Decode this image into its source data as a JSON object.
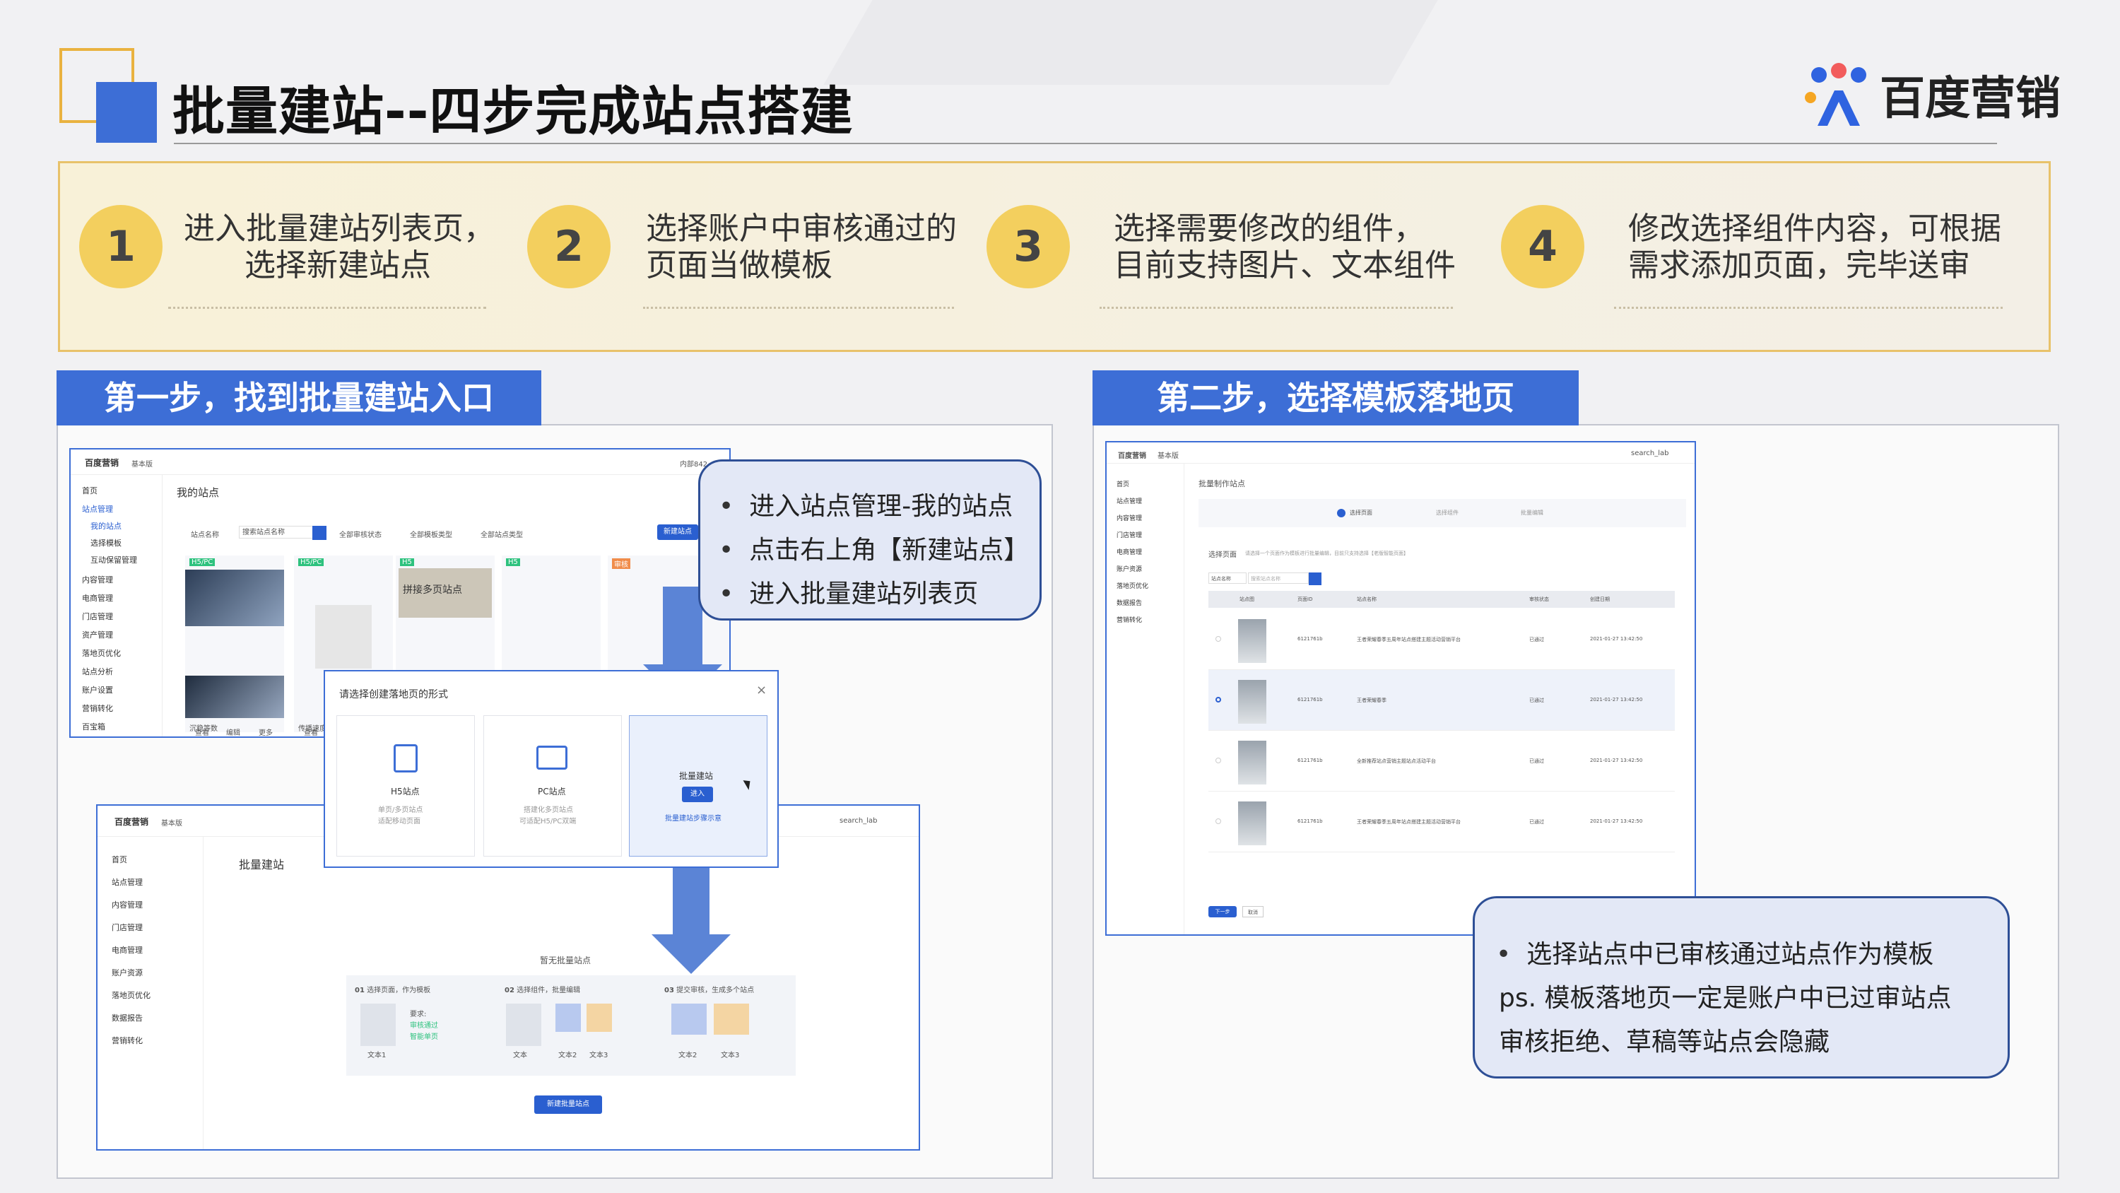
{
  "header": {
    "title": "批量建站--四步完成站点搭建",
    "logo_text": "百度营销"
  },
  "steps": [
    {
      "number": "1",
      "line1": "进入批量建站列表页，",
      "line2": "选择新建站点"
    },
    {
      "number": "2",
      "line1": "选择账户中审核通过的",
      "line2": "页面当做模板"
    },
    {
      "number": "3",
      "line1": "选择需要修改的组件，",
      "line2": "目前支持图片、文本组件"
    },
    {
      "number": "4",
      "line1": "修改选择组件内容，可根据",
      "line2": "需求添加页面，完毕送审"
    }
  ],
  "section1": {
    "title": "第一步，找到批量建站入口",
    "callout": [
      "进入站点管理-我的站点",
      "点击右上角【新建站点】",
      "进入批量建站列表页"
    ],
    "shot_a": {
      "brand": "百度营销",
      "edition": "基本版",
      "user": "内部842",
      "page_title": "我的站点",
      "nav": [
        "首页",
        "站点管理",
        "我的站点",
        "选择模板",
        "互动保留管理",
        "内容管理",
        "电商管理",
        "门店管理",
        "资产管理",
        "落地页优化",
        "站点分析",
        "账户设置",
        "营销转化",
        "百宝箱"
      ],
      "filters": [
        "站点名称",
        "搜索站点名称",
        "全部审核状态",
        "全部模板类型",
        "全部站点类型"
      ],
      "new_btn": "新建站点",
      "card_tags": [
        "H5/PC",
        "H5/PC",
        "H5",
        "H5",
        "审核",
        "H5"
      ],
      "card_caption": "拼接多页站点",
      "card_names": [
        "沉稳等数",
        "传播速度"
      ],
      "card_actions": [
        "查看",
        "编辑",
        "更多",
        "查看"
      ]
    },
    "dialog": {
      "title": "请选择创建落地页的形式",
      "close": "×",
      "options": [
        {
          "name": "H5站点",
          "desc1": "单页/多页站点",
          "desc2": "适配移动页面"
        },
        {
          "name": "PC站点",
          "desc1": "搭建化多页站点",
          "desc2": "可适配H5/PC双端"
        },
        {
          "name": "批量建站",
          "btn": "进入",
          "link": "批量建站步骤示意"
        }
      ]
    },
    "shot_b": {
      "brand": "百度营销",
      "edition": "基本版",
      "user": "search_lab",
      "page_title": "批量建站",
      "nav": [
        "首页",
        "站点管理",
        "内容管理",
        "门店管理",
        "电商管理",
        "账户资源",
        "落地页优化",
        "数据报告",
        "营销转化"
      ],
      "empty": "暂无批量站点",
      "flow": [
        {
          "num": "01",
          "text": "选择页面，作为模板"
        },
        {
          "num": "02",
          "text": "选择组件，批量编辑"
        },
        {
          "num": "03",
          "text": "提交审核，生成多个站点"
        }
      ],
      "require_label": "要求:",
      "require_items": [
        "审核通过",
        "智能单页"
      ],
      "thumb_labels": [
        "文本1",
        "文本",
        "文本2",
        "文本3",
        "文本2",
        "文本3"
      ],
      "create_btn": "新建批量站点"
    }
  },
  "section2": {
    "title": "第二步，选择模板落地页",
    "callout_bullet": "选择站点中已审核通过站点作为模板",
    "callout_lines": [
      "ps. 模板落地页一定是账户中已过审站点",
      "审核拒绝、草稿等站点会隐藏"
    ],
    "shot_c": {
      "brand": "百度营销",
      "edition": "基本版",
      "user": "search_lab",
      "page_title": "批量制作站点",
      "stepper": [
        "选择页面",
        "选择组件",
        "批量编辑"
      ],
      "section_label": "选择页面",
      "section_hint": "请选择一个页面作为模板进行批量编辑，目前只支持选择【老版智能页面】",
      "filter": [
        "站点名称",
        "搜索站点名称"
      ],
      "columns": [
        "",
        "站点图",
        "页面ID",
        "站点名称",
        "审核状态",
        "创建日期"
      ],
      "rows": [
        {
          "id": "6121761b",
          "name": "王者荣耀春季五周年站点搭建主题活动营销平台",
          "status": "已通过",
          "date": "2021-01-27 13:42:50"
        },
        {
          "id": "6121761b",
          "name": "王者荣耀春季",
          "status": "已通过",
          "date": "2021-01-27 13:42:50"
        },
        {
          "id": "6121761b",
          "name": "全新推荐站点营销主题站点活动平台",
          "status": "已通过",
          "date": "2021-01-27 13:42:50"
        },
        {
          "id": "6121761b",
          "name": "王者荣耀春季五周年站点搭建主题活动营销平台",
          "status": "已通过",
          "date": "2021-01-27 13:42:50"
        }
      ],
      "nav": [
        "首页",
        "站点管理",
        "内容管理",
        "门店管理",
        "电商管理",
        "账户资源",
        "落地页优化",
        "数据报告",
        "营销转化"
      ],
      "next_btn": "下一步",
      "cancel_btn": "取消"
    }
  }
}
